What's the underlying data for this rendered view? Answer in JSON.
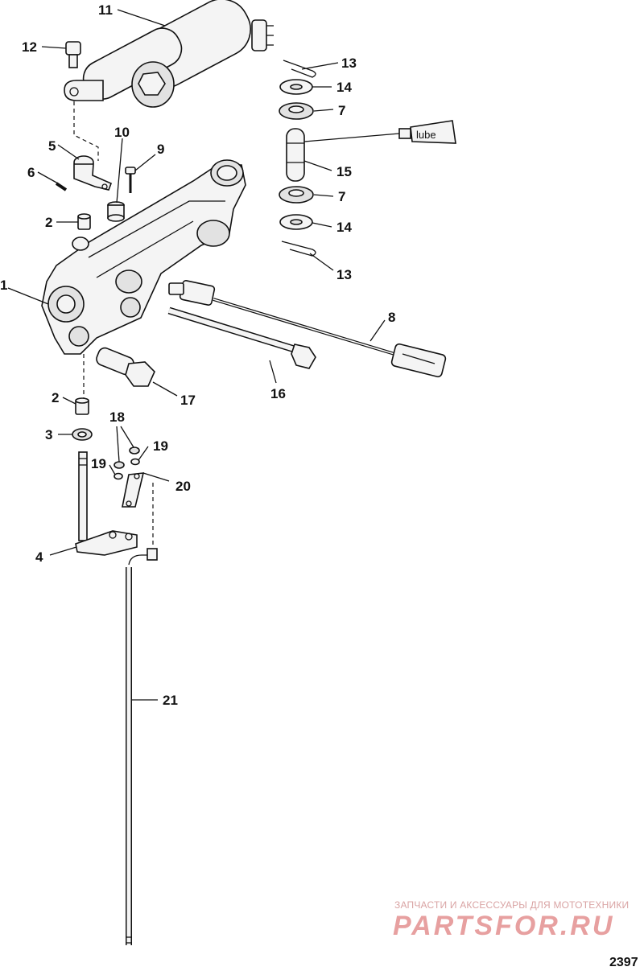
{
  "callouts": {
    "c1": "1",
    "c2a": "2",
    "c2b": "2",
    "c3": "3",
    "c4": "4",
    "c5": "5",
    "c6": "6",
    "c7a": "7",
    "c7b": "7",
    "c8": "8",
    "c9": "9",
    "c10": "10",
    "c11": "11",
    "c12": "12",
    "c13a": "13",
    "c13b": "13",
    "c14a": "14",
    "c14b": "14",
    "c15": "15",
    "c16": "16",
    "c17": "17",
    "c18": "18",
    "c19a": "19",
    "c19b": "19",
    "c20": "20",
    "c21": "21"
  },
  "lube_label": "lube",
  "watermark": {
    "tagline": "ЗАПЧАСТИ И АКСЕССУАРЫ ДЛЯ МОТОТЕХНИКИ",
    "brand": "PARTSFOR.RU"
  },
  "figure_number": "2397"
}
